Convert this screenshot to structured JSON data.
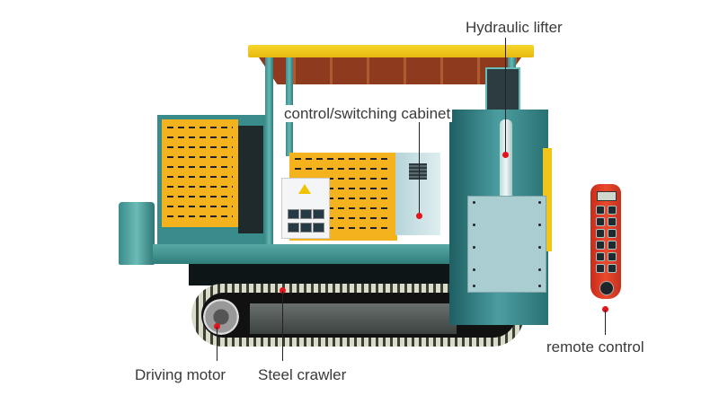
{
  "diagram": {
    "subject": "Tracked crawler machine with hydraulic lifter",
    "labels": {
      "hydraulic_lifter": "Hydraulic lifter",
      "control_cabinet": "control/switching cabinet",
      "driving_motor": "Driving motor",
      "steel_crawler": "Steel crawler",
      "remote_control": "remote control"
    },
    "colors": {
      "frame_teal": "#3a8c8a",
      "panel_yellow": "#f4b21c",
      "roof_yellow": "#f2cc22",
      "roof_underside": "#8e3a1e",
      "remote_red": "#e0401f",
      "marker_red": "#e3141b",
      "label_text": "#3a3a3a"
    }
  }
}
